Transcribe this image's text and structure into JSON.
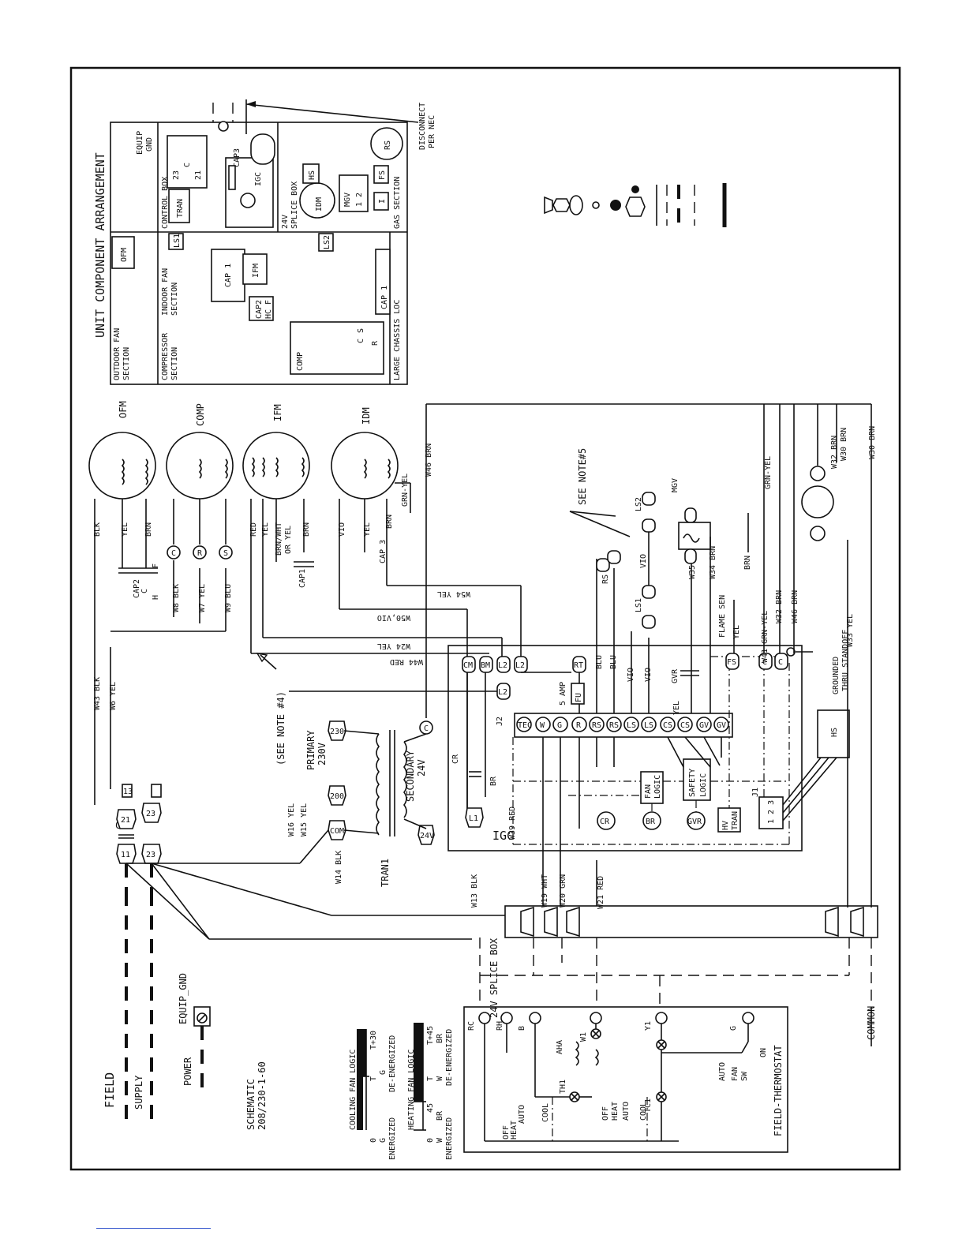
{
  "arrangement": {
    "title": "UNIT COMPONENT ARRANGEMENT",
    "disconnect": [
      "DISCONNECT",
      "PER NEC"
    ],
    "equip_gnd": [
      "EQUIP",
      "GND"
    ],
    "sections": {
      "outdoor_fan": [
        "OUTDOOR FAN",
        "SECTION"
      ],
      "compressor": [
        "COMPRESSOR",
        "SECTION"
      ],
      "indoor_fan": [
        "INDOOR FAN",
        "SECTION"
      ],
      "large_chassis": "LARGE CHASSIS LOC",
      "control_box": "CONTROL BOX",
      "splice_box": [
        "24V",
        "SPLICE BOX"
      ],
      "gas": "GAS SECTION"
    },
    "parts": {
      "ofm": "OFM",
      "comp": "COMP",
      "c": "C",
      "s": "S",
      "r": "R",
      "cap1": "CAP 1",
      "ifm": "IFM",
      "cap2": "CAP2",
      "hcf": "HC F",
      "cap1b": "CAP 1",
      "ls1": "LS1",
      "ls2": "LS2",
      "tran": "TRAN",
      "t23": "23",
      "t21": "21",
      "cc": "C",
      "cap3": "CAP3",
      "igc": "IGC",
      "idm": "IDM",
      "hs": "HS",
      "mgv": "MGV",
      "mgv12": "1  2",
      "fs": "FS",
      "i": "I",
      "rs": "RS",
      "n2": "2",
      "n1": "1"
    }
  },
  "motors": {
    "ofm": "OFM",
    "comp": "COMP",
    "ifm": "IFM",
    "idm": "IDM"
  },
  "wires": {
    "blk": "BLK",
    "yel": "YEL",
    "brn": "BRN",
    "cap2": "CAP2",
    "cap2h": "H",
    "cap2c": "C",
    "cap2f": "F",
    "w8": "W8 BLK",
    "w7": "W7 YEL",
    "w9": "W9 BLU",
    "tc": "C",
    "tr": "R",
    "ts": "S",
    "red": "RED",
    "yel2": "YEL",
    "brnwht": [
      "BRN/WHT",
      "OR YEL"
    ],
    "brn2": "BRN",
    "cap1": "CAP1",
    "vio": "VIO",
    "yel3": "YEL",
    "cap3": "CAP 3",
    "brn3": "BRN",
    "grnyel": "GRN-YEL",
    "w46top": "W46 BRN",
    "w54": "W54 YEL",
    "w50": "W50,VIO",
    "w24": "W24 YEL",
    "w44": "W44 RED",
    "w43": "W43 BLK",
    "w6": "W6 YEL",
    "see_note4": "(SEE NOTE #4)",
    "w16": "W16 YEL",
    "w15": "W15 YEL",
    "w14": "W14 BLK",
    "w13": "W13 BLK",
    "w19": "W19 WHT",
    "w20": "W20 GRN",
    "w21": "W21 RED",
    "w39": "W39 RED",
    "w35": "W35 GRA",
    "w34": "W34 BRN",
    "w41": "W41 GRN-YEL",
    "w32a": "W32 BRN",
    "w46b": "W46 BRN",
    "w33": "W33 YEL",
    "w32b": "W32 BRN",
    "w30a": "W30 BRN",
    "w30b": "W30 BRN",
    "blu1": "BLU",
    "blu2": "BLU",
    "vio1": "VIO",
    "vio2": "VIO",
    "vio3": "VIO",
    "see_note5": "SEE NOTE#5",
    "rs": "RS",
    "ls1": "LS1",
    "ls2": "LS2",
    "mgv": "MGV",
    "flame": "FLAME SEN",
    "brn4": "BRN",
    "grnyel2": "GRN-YEL",
    "grounded": [
      "GROUNDED",
      "THRU STANDOFF"
    ]
  },
  "contactor": {
    "label": "C",
    "t11": "11",
    "t21": "21",
    "t13": "13",
    "t23": "23"
  },
  "transformer": {
    "name": "TRAN1",
    "primary": [
      "PRIMARY",
      "230V"
    ],
    "secondary": [
      "SECONDARY",
      "24V"
    ],
    "t230": "230",
    "t200": "200",
    "com": "COM",
    "v24": "24V",
    "c": "C"
  },
  "igc": {
    "label": "IGC",
    "j2": "J2",
    "j1": "J1",
    "five_amp": "5 AMP",
    "fu": "FU",
    "cm": "CM",
    "bm": "BM",
    "l2a": "L2",
    "l2b": "L2",
    "l2c": "L2",
    "rt": "RT",
    "l1": "L1",
    "cr": "CR",
    "br": "BR",
    "gvr": "GVR",
    "hv": [
      "HV",
      "TRAN"
    ],
    "fan_logic": [
      "FAN",
      "LOGIC"
    ],
    "safety_logic": [
      "SAFETY",
      "LOGIC"
    ],
    "hs": "HS",
    "cr2": "CR",
    "br2": "BR",
    "yel": "YEL",
    "gvr2": "GVR",
    "fs": "FS",
    "c1": "C",
    "c2": "C",
    "j1pins": "1 2 3",
    "pins": [
      "TEC",
      "W",
      "G",
      "R",
      "RS",
      "RS",
      "LS",
      "LS",
      "CS",
      "CS",
      "GV",
      "GV"
    ]
  },
  "splice": {
    "label": "24V SPLICE BOX"
  },
  "field": {
    "field": "FIELD",
    "supply": "SUPPLY",
    "power": "POWER",
    "equip_gnd": "EQUIP_GND"
  },
  "schematic": {
    "label": "SCHEMATIC",
    "code": "208/230-1-60"
  },
  "cooling": {
    "title": "COOLING FAN LOGIC",
    "t30": "T+30",
    "zero": "0",
    "t": "T",
    "g1": "G",
    "g2": "G",
    "energized": "ENERGIZED",
    "deenergized": "DE-ENERGIZED"
  },
  "heating": {
    "title": "HEATING FAN LOGIC",
    "t45": "T+45",
    "zero": "0",
    "n45": "45",
    "t": "T",
    "w": "W",
    "br": "BR",
    "w2": "W",
    "br2": "BR",
    "energized": "ENERGIZED",
    "deenergized": "DE-ENERGIZED"
  },
  "thermostat": {
    "label": "FIELD-THERMOSTAT",
    "rc": "RC",
    "rh": "RH",
    "b": "B",
    "w1": "W1",
    "aha": "AHA",
    "th1": "TH1",
    "tc1": "TC1",
    "y1": "Y1",
    "g": "G",
    "auto": "AUTO",
    "fan_sw": [
      "FAN",
      "SW"
    ],
    "on": "ON",
    "off": "OFF",
    "heat": "HEAT",
    "auto2": "AUTO",
    "cool": "COOL",
    "off2": "OFF",
    "heat2": "HEAT",
    "auto3": "AUTO",
    "cool2": "COOL"
  },
  "common": "COMMON"
}
